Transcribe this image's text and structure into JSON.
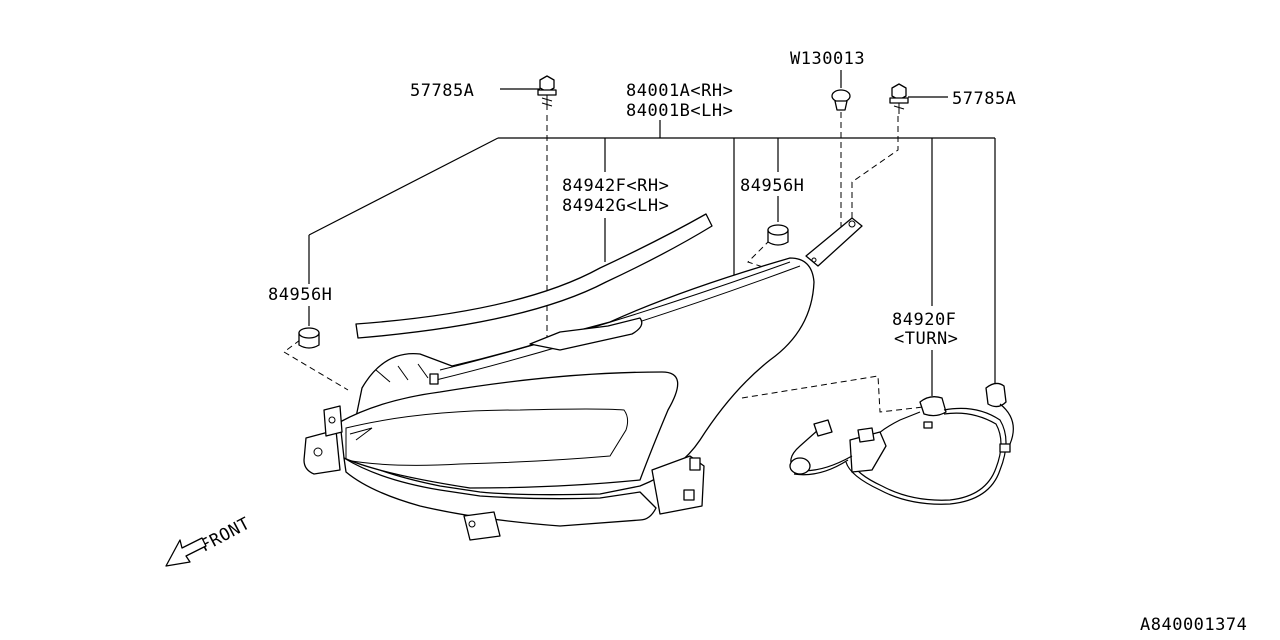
{
  "labels": {
    "p57785a_left": "57785A",
    "p84001a": "84001A<RH>",
    "p84001b": "84001B<LH>",
    "pw130013": "W130013",
    "p57785a_right": "57785A",
    "p84942f": "84942F<RH>",
    "p84942g": "84942G<LH>",
    "p84956h_mid": "84956H",
    "p84956h_left": "84956H",
    "p84920f": "84920F",
    "turn": "<TURN>",
    "front": "FRONT",
    "diagram_id": "A840001374"
  }
}
